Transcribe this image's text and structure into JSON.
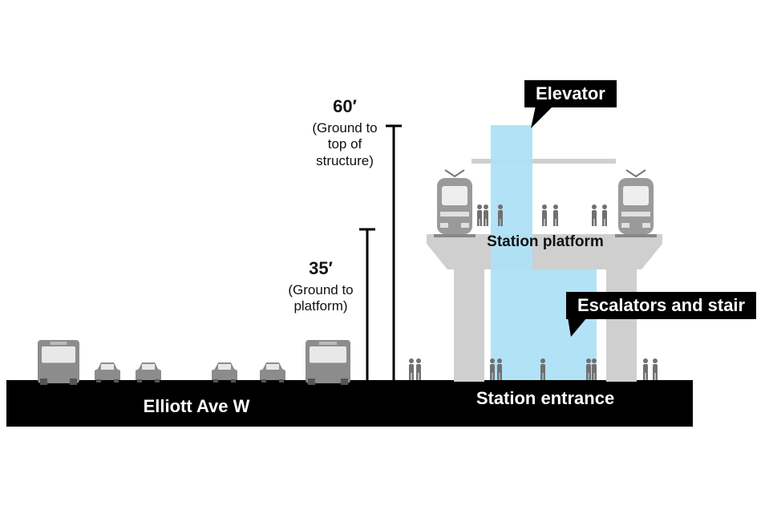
{
  "labels": {
    "height_top_value": "60′",
    "height_top_note": "(Ground to top of structure)",
    "height_platform_value": "35′",
    "height_platform_note": "(Ground to platform)",
    "street_name": "Elliott Ave W",
    "station_entrance": "Station entrance",
    "station_platform": "Station platform",
    "elevator": "Elevator",
    "escalators": "Escalators and stair"
  },
  "colors": {
    "ground": "#000000",
    "structure": "#cfcfcf",
    "elevator_shaft": "#aee0f5",
    "vehicle": "#8c8c8c",
    "people": "#707070"
  },
  "icons": {
    "bus": "bus-icon",
    "car": "car-icon",
    "train": "light-rail-train-icon",
    "person": "pedestrian-icon"
  }
}
